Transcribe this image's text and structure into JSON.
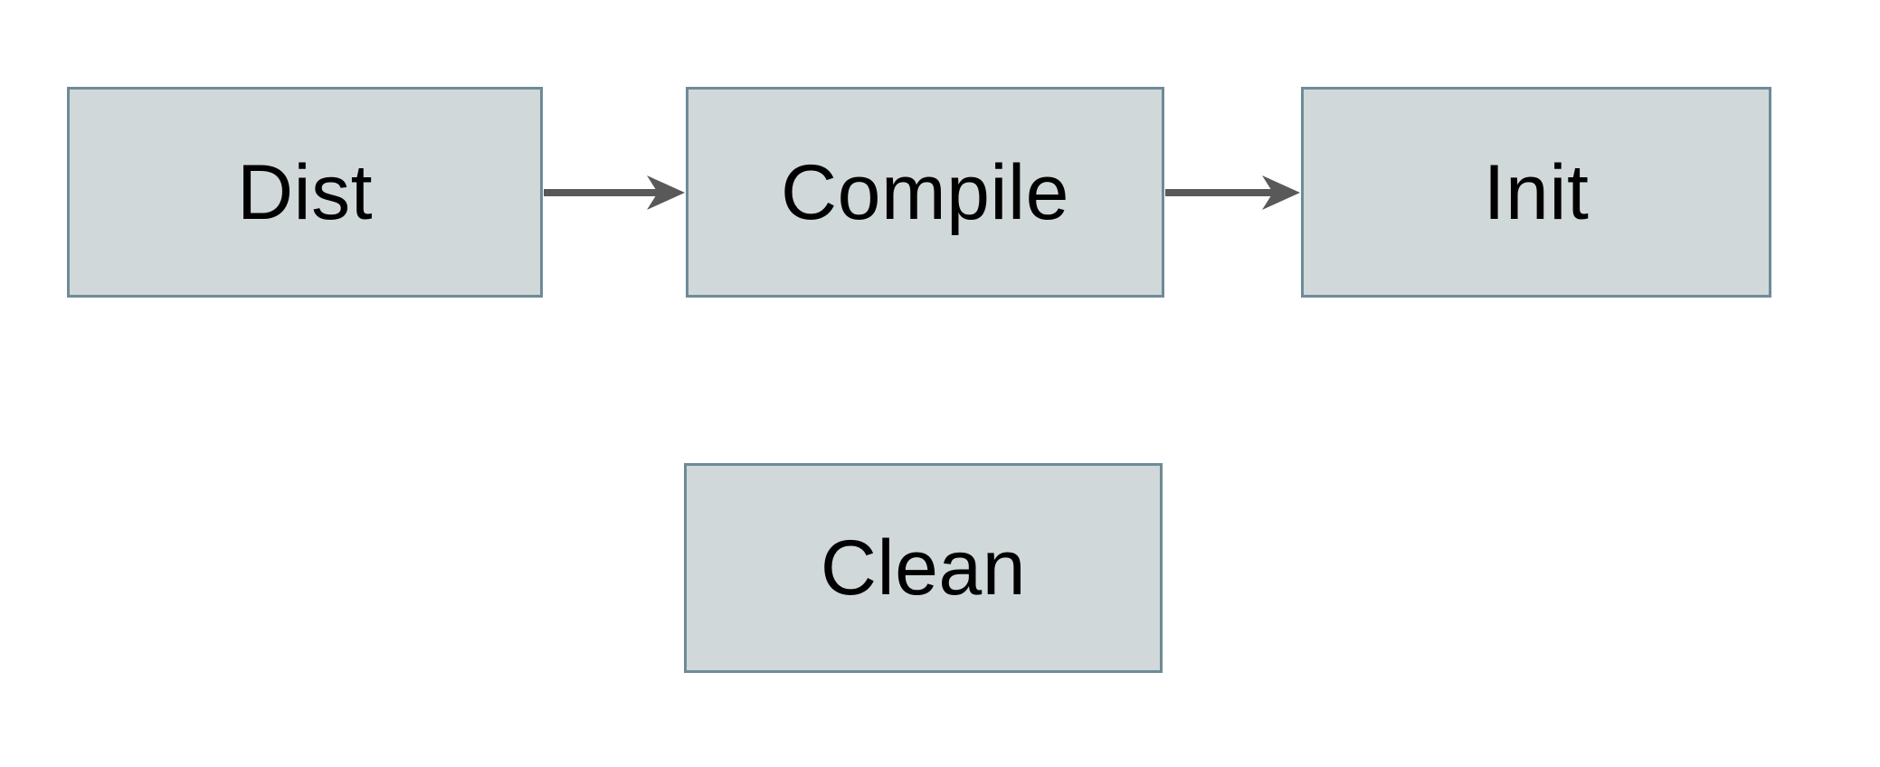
{
  "diagram": {
    "type": "flowchart",
    "nodes": [
      {
        "id": "dist",
        "label": "Dist"
      },
      {
        "id": "compile",
        "label": "Compile"
      },
      {
        "id": "init",
        "label": "Init"
      },
      {
        "id": "clean",
        "label": "Clean"
      }
    ],
    "edges": [
      {
        "from": "Dist",
        "to": "Compile",
        "style": "arrow-right"
      },
      {
        "from": "Compile",
        "to": "Init",
        "style": "arrow-right"
      }
    ],
    "colors": {
      "canvas-bg": "#ffffff",
      "node-fill": "#d0d8da",
      "node-border": "#6e8b97",
      "node-text": "#000000",
      "arrow": "#595959"
    }
  }
}
